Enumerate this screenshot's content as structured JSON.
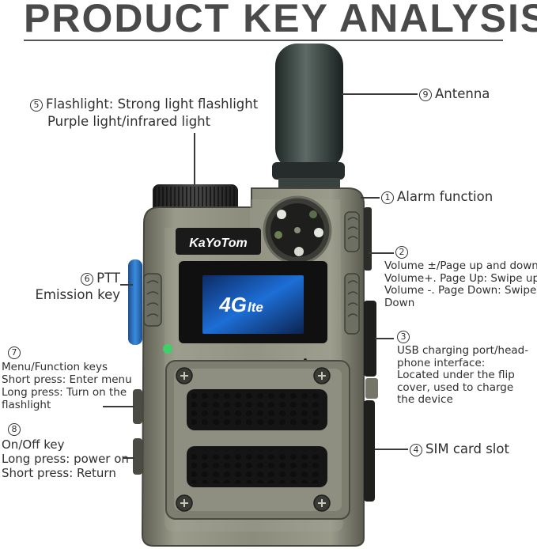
{
  "title": "PRODUCT KEY ANALYSIS",
  "device": {
    "brand": "KaYoTom",
    "screen_text": "4G",
    "screen_subtext": "lte"
  },
  "callouts": {
    "flashlight": {
      "num": "5",
      "line1": "Flashlight: Strong light flashlight",
      "line2": "Purple light/infrared light"
    },
    "antenna": {
      "num": "9",
      "text": "Antenna"
    },
    "alarm": {
      "num": "1",
      "text": "Alarm function"
    },
    "volume": {
      "num": "2",
      "line1": "Volume ±/Page up and down",
      "line2": "Volume+. Page Up: Swipe up,",
      "line3": "Volume -. Page Down: Swipe",
      "line4": "Down"
    },
    "ptt": {
      "num": "6",
      "line1": "PTT",
      "line2": "Emission key"
    },
    "usb": {
      "num": "3",
      "line1": "USB charging port/head-",
      "line2": "phone interface:",
      "line3": "Located under the flip",
      "line4": "cover, used to charge",
      "line5": "the device"
    },
    "menu": {
      "num": "7",
      "line1": "Menu/Function keys",
      "line2": "Short press: Enter menu",
      "line3": "Long press: Turn on the",
      "line4": "flashlight"
    },
    "power": {
      "num": "8",
      "line1": "On/Off key",
      "line2": "Long press: power on",
      "line3": "Short press: Return"
    },
    "sim": {
      "num": "4",
      "text": "SIM card slot"
    }
  },
  "colors": {
    "body_metal": "#8d8e7f",
    "ptt_blue": "#2f78c8",
    "screen_blue": "#1d6ed6",
    "led_green": "#3fd06a"
  }
}
